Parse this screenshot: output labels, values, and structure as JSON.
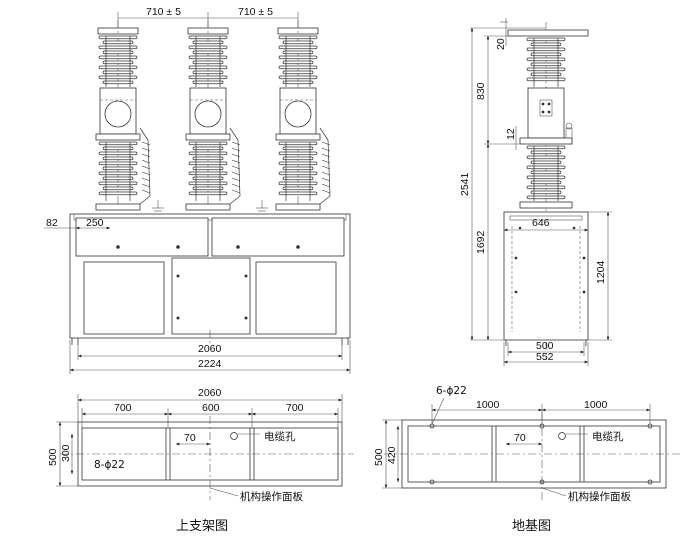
{
  "front_view": {
    "dims": {
      "pitch_left": "710 ± 5",
      "pitch_right": "710 ± 5",
      "left_offset": "82",
      "panel_width": "250",
      "frame_inner": "2060",
      "frame_outer": "2224"
    }
  },
  "side_view": {
    "dims": {
      "top_offset": "20",
      "upper_height": "830",
      "gap": "12",
      "total_height": "2541",
      "lower_height": "1692",
      "panel_depth": "646",
      "frame_height": "1204",
      "base_inner": "500",
      "base_outer": "552"
    }
  },
  "upper_bracket_plan": {
    "dims": {
      "overall": "2060",
      "bay_left": "700",
      "bay_mid": "600",
      "bay_right": "700",
      "offset": "70",
      "height_outer": "500",
      "height_inner": "300"
    },
    "hole_label": "8-ϕ22",
    "cable_hole_label": "电缆孔",
    "panel_label": "机构操作面板",
    "caption": "上支架图"
  },
  "foundation_plan": {
    "dims": {
      "span_left": "1000",
      "span_right": "1000",
      "offset": "70",
      "height_outer": "500",
      "height_inner": "420"
    },
    "hole_label": "6-ϕ22",
    "cable_hole_label": "电缆孔",
    "panel_label": "机构操作面板",
    "caption": "地基图"
  }
}
